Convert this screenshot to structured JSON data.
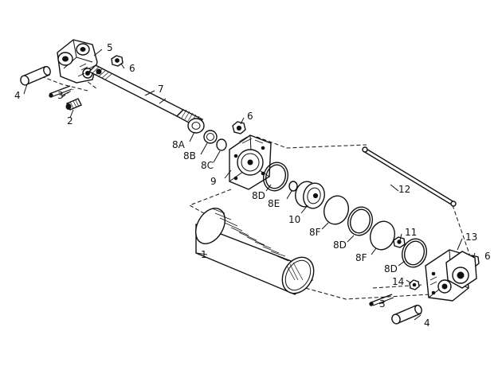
{
  "labels": {
    "l1": "1",
    "l2": "2",
    "l3a": "3",
    "l3b": "3",
    "l4a": "4",
    "l4b": "4",
    "l5": "5",
    "l6a": "6",
    "l6b": "6",
    "l6c": "6",
    "l7": "7",
    "l8a": "8A",
    "l8b": "8B",
    "l8c": "8C",
    "l8d1": "8D",
    "l8e": "8E",
    "l8f1": "8F",
    "l8d2": "8D",
    "l8f2": "8F",
    "l8d3": "8D",
    "l9": "9",
    "l10": "10",
    "l11": "11",
    "l12": "12",
    "l13": "13",
    "l14": "14"
  }
}
